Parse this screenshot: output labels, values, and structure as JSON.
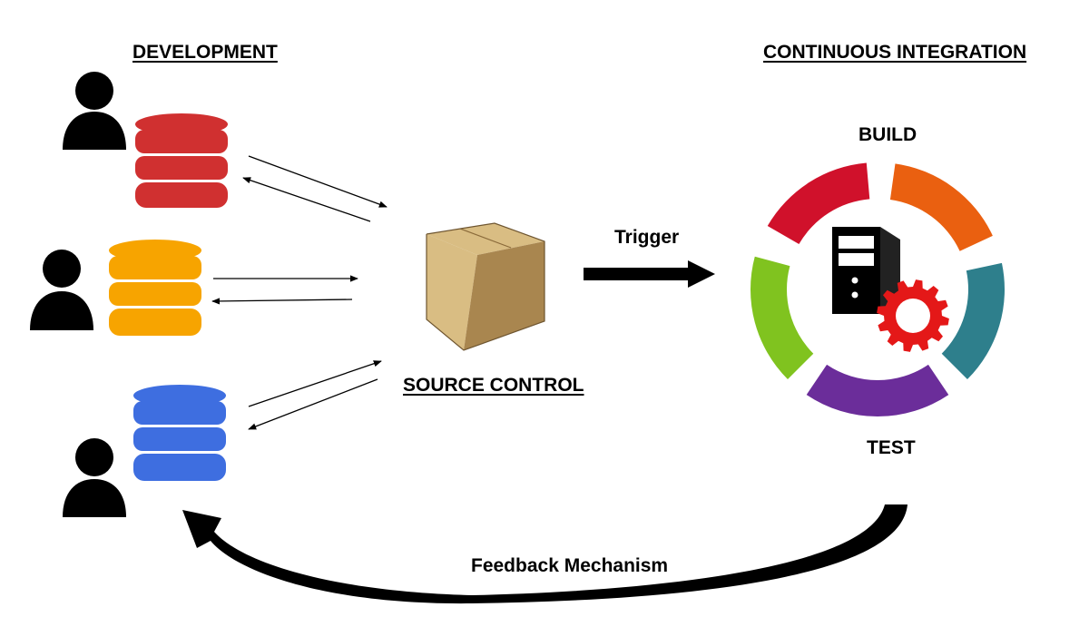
{
  "labels": {
    "development": "DEVELOPMENT",
    "continuous_integration": "CONTINUOUS INTEGRATION",
    "build": "BUILD",
    "test": "TEST",
    "trigger": "Trigger",
    "source_control": "SOURCE CONTROL",
    "feedback": "Feedback Mechanism"
  },
  "colors": {
    "db_red": "#d03030",
    "db_yellow": "#f7a400",
    "db_blue": "#3e6ee0",
    "ring_red": "#d0112b",
    "ring_orange": "#ea6010",
    "ring_teal": "#2e7f8c",
    "ring_purple": "#6b2d9a",
    "ring_green": "#80c31f",
    "gear": "#e41818",
    "box_light": "#d9bd83",
    "box_dark": "#a9864f"
  },
  "icons": [
    "person-icon",
    "database-icon",
    "box-icon",
    "server-icon",
    "gear-icon"
  ]
}
